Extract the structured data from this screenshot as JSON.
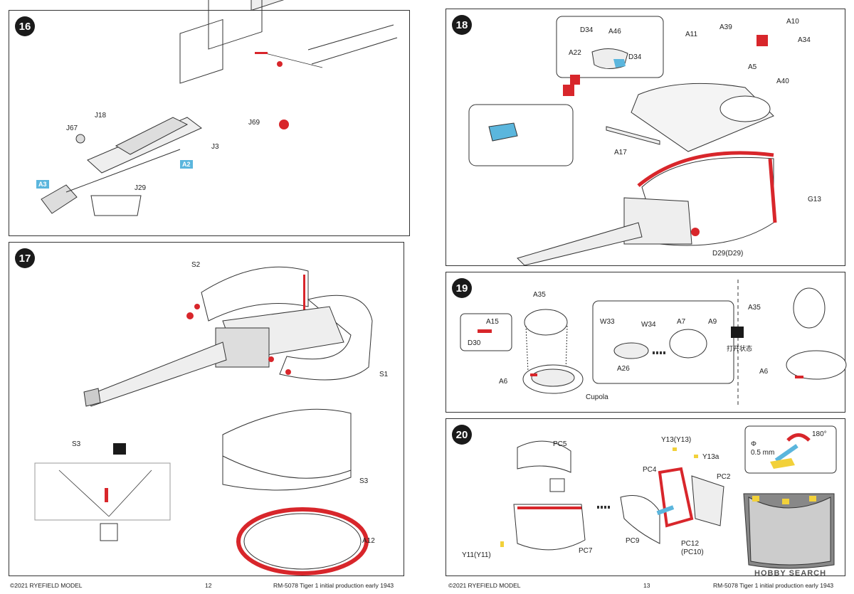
{
  "steps": {
    "s16": {
      "number": "16",
      "labels": [
        "J18",
        "J67",
        "J69",
        "J3",
        "J29"
      ],
      "tags": [
        "A2",
        "A3"
      ]
    },
    "s17": {
      "number": "17",
      "labels": [
        "S2",
        "S1",
        "S3",
        "S3",
        "A12"
      ]
    },
    "s18": {
      "number": "18",
      "labels": [
        "D34",
        "A46",
        "A22",
        "D34",
        "A11",
        "A39",
        "A10",
        "A34",
        "A5",
        "A40",
        "A17",
        "G13",
        "D29(D29)"
      ]
    },
    "s19": {
      "number": "19",
      "labels": [
        "A35",
        "A15",
        "D30",
        "A6",
        "Cupola",
        "W33",
        "W34",
        "A26",
        "A7",
        "A9",
        "A35",
        "A6"
      ],
      "open_state_note": "打开状态"
    },
    "s20": {
      "number": "20",
      "labels": [
        "PC5",
        "Y11(Y11)",
        "PC7",
        "Y13(Y13)",
        "Y13a",
        "PC4",
        "PC2",
        "PC9",
        "PC12",
        "(PC10)",
        "180°"
      ],
      "wire_label": "0.5 mm",
      "phi": "Φ"
    }
  },
  "footer": {
    "left_copyright": "©2021 RYEFIELD MODEL",
    "left_page": "12",
    "left_title": "RM-5078  Tiger 1 initial production early 1943",
    "right_copyright": "©2021 RYEFIELD MODEL",
    "right_page": "13",
    "right_title": "RM-5078  Tiger 1 initial production early 1943",
    "watermark": "HOBBY SEARCH"
  },
  "colors": {
    "red": "#d8262b",
    "blue": "#5bb6dd",
    "yellow": "#f2d13a",
    "line": "#333333"
  }
}
